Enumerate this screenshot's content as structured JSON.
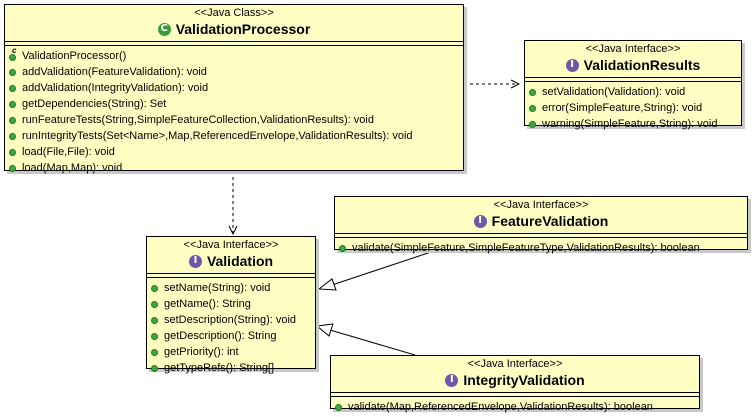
{
  "classes": {
    "validation_processor": {
      "stereotype": "<<Java Class>>",
      "badge": "C",
      "name": "ValidationProcessor",
      "operations": [
        "ValidationProcessor()",
        "addValidation(FeatureValidation): void",
        "addValidation(IntegrityValidation): void",
        "getDependencies(String): Set",
        "runFeatureTests(String,SimpleFeatureCollection,ValidationResults): void",
        "runIntegrityTests(Set<Name>,Map,ReferencedEnvelope,ValidationResults): void",
        "load(File,File): void",
        "load(Map,Map): void"
      ]
    },
    "validation_results": {
      "stereotype": "<<Java Interface>>",
      "badge": "I",
      "name": "ValidationResults",
      "operations": [
        "setValidation(Validation): void",
        "error(SimpleFeature,String): void",
        "warning(SimpleFeature,String): void"
      ]
    },
    "feature_validation": {
      "stereotype": "<<Java Interface>>",
      "badge": "I",
      "name": "FeatureValidation",
      "operations": [
        "validate(SimpleFeature,SimpleFeatureType,ValidationResults): boolean"
      ]
    },
    "validation": {
      "stereotype": "<<Java Interface>>",
      "badge": "I",
      "name": "Validation",
      "operations": [
        "setName(String): void",
        "getName(): String",
        "setDescription(String): void",
        "getDescription(): String",
        "getPriority(): int",
        "getTypeRefs(): String[]"
      ]
    },
    "integrity_validation": {
      "stereotype": "<<Java Interface>>",
      "badge": "I",
      "name": "IntegrityValidation",
      "operations": [
        "validate(Map,ReferencedEnvelope,ValidationResults): boolean"
      ]
    }
  },
  "colors": {
    "box_fill": "#ffffc4",
    "class_badge": "#3d9a3d",
    "interface_badge": "#6c5aa8",
    "method_dot": "#3fa83f"
  }
}
